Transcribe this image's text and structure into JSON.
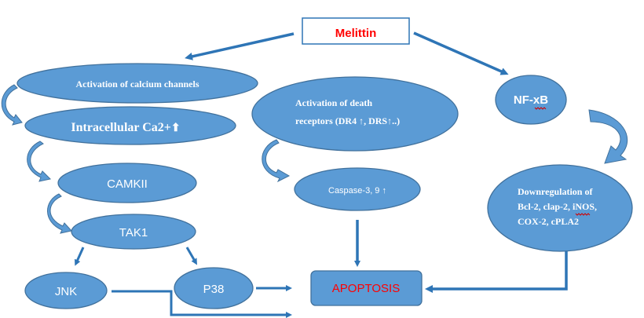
{
  "diagram": {
    "title": "Melittin",
    "nodes": {
      "melittin": "Melittin",
      "calcium_channels": "Activation of calcium channels",
      "intracellular_ca": "Intracellular Ca2+",
      "intracellular_ca_arrow": "⬆",
      "camkii": "CAMKII",
      "tak1": "TAK1",
      "jnk": "JNK",
      "p38": "P38",
      "death_receptors_line1": "Activation of death",
      "death_receptors_line2": "receptors (DR4 ↑, DRS↑..)",
      "caspase": "Caspase-3, 9 ↑",
      "nfkb": "NF-xB",
      "downregulation_line1": "Downregulation of",
      "downregulation_line2": "Bcl-2, clap-2, iNOS,",
      "downregulation_line3": "COX-2, cPLA2",
      "apoptosis": "APOPTOSIS"
    },
    "colors": {
      "node_fill": "#5b9bd5",
      "node_stroke": "#41719c",
      "arrow": "#2e75b6",
      "highlight_text": "#ff0000"
    }
  }
}
